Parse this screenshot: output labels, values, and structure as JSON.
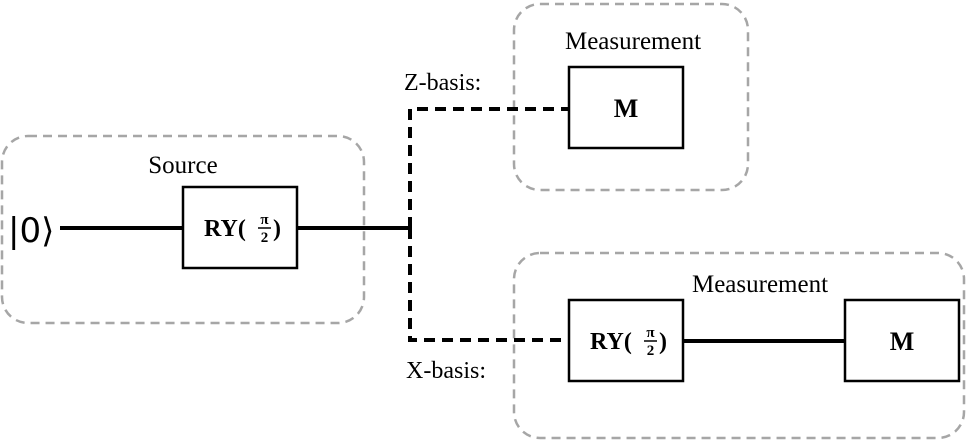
{
  "input_state": "|0⟩",
  "source": {
    "title": "Source",
    "gate": {
      "prefix": "RY(",
      "numerator": "π",
      "denominator": "2",
      "suffix": ")"
    }
  },
  "z_branch": {
    "basis_label": "Z-basis:",
    "measurement": {
      "title": "Measurement",
      "gate_label": "M"
    }
  },
  "x_branch": {
    "basis_label": "X-basis:",
    "measurement": {
      "title": "Measurement",
      "gate": {
        "prefix": "RY(",
        "numerator": "π",
        "denominator": "2",
        "suffix": ")"
      },
      "gate_label": "M"
    }
  },
  "colors": {
    "line": "#000000",
    "group_border": "#a6a6a6",
    "background": "#ffffff"
  }
}
